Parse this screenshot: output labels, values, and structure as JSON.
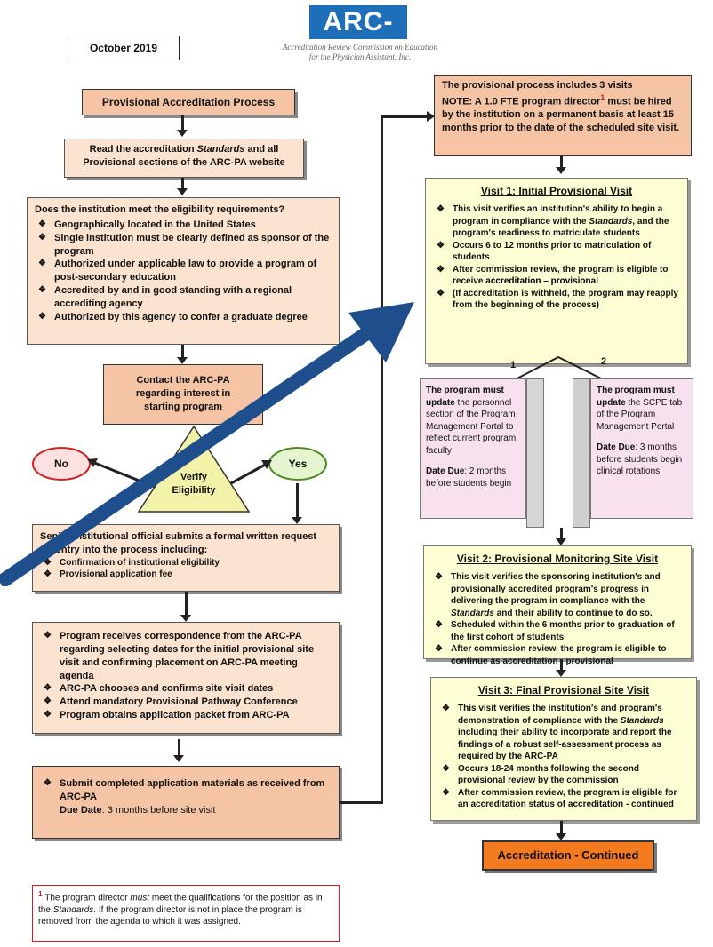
{
  "logo": {
    "text": "ARC-PA",
    "tagline1": "Accreditation Review Commission on Education",
    "tagline2": "for the Physician Assistant, Inc."
  },
  "date_label": "October 2019",
  "left": {
    "process_title": "Provisional Accreditation Process",
    "read_box": {
      "pre": "Read the accreditation ",
      "italic": "Standards",
      "post": " and all Provisional sections of the ARC-PA website"
    },
    "eligibility": {
      "question": "Does the institution meet the eligibility requirements?",
      "items": [
        "Geographically located in the United States",
        "Single institution must be clearly defined as sponsor of the program",
        "Authorized under applicable law to provide a program of post-secondary education",
        "Accredited by and in good standing with a regional accrediting agency",
        "Authorized by this agency to confer a graduate degree"
      ]
    },
    "contact": "Contact the ARC-PA regarding interest in starting program",
    "no": "No",
    "yes": "Yes",
    "verify1": "Verify",
    "verify2": "Eligibility",
    "senior": {
      "title": "Senior institutional official submits a formal written request for entry into the process including:",
      "items": [
        "Confirmation of institutional eligibility",
        "Provisional application fee"
      ]
    },
    "program_items": [
      "Program receives correspondence from the ARC-PA regarding selecting dates for the initial provisional site visit and confirming placement on ARC-PA meeting agenda",
      "ARC-PA chooses and confirms site visit dates",
      "Attend mandatory Provisional Pathway Conference",
      "Program obtains application packet from ARC-PA"
    ],
    "submit": {
      "item": "Submit completed application materials as received from ARC-PA",
      "due_label": "Due Date",
      "due_value": ": 3 months before site visit"
    },
    "footnote": {
      "sup": "1",
      "pre": " The program director ",
      "italic1": "must",
      "mid": " meet the qualifications for the position as in the ",
      "italic2": "Standards",
      "post": ". If the program director is not in place the program is removed from the agenda to which it was assigned."
    }
  },
  "right": {
    "top": {
      "line1": "The provisional process includes 3 visits",
      "line2_pre": "NOTE: A 1.0 FTE program director",
      "line2_sup": "1",
      "line2_post": " must be hired by the institution on a permanent basis at least 15 months prior to the date of the scheduled site visit."
    },
    "visit1": {
      "title": "Visit 1:  Initial Provisional Visit",
      "items": [
        {
          "pre": "This visit verifies an institution's ability to begin a program in compliance with the ",
          "italic": "Standards",
          "post": ", and the program's readiness to matriculate students"
        },
        {
          "pre": "Occurs 6 to 12 months prior to matriculation of students"
        },
        {
          "pre": "After commission review, the program is eligible to receive ",
          "bold": "accreditation – provisional"
        },
        {
          "pre": "(If accreditation is withheld, the program may reapply from the beginning of the process)"
        }
      ]
    },
    "num1": "1",
    "num2": "2",
    "update1": {
      "pre": "The program must ",
      "bold": "update",
      "post": " the personnel section of the Program Management Portal to reflect current program faculty",
      "due_label": "Date Due",
      "due_value": ":  2 months before students begin"
    },
    "update2": {
      "pre": "The program must ",
      "bold": "update",
      "post": " the SCPE tab of the Program Management Portal",
      "due_label": "Date Due",
      "due_value": ":  3 months before students begin clinical rotations"
    },
    "visit2": {
      "title": "Visit 2:  Provisional Monitoring Site Visit",
      "items": [
        {
          "pre": "This visit verifies the sponsoring institution's and provisionally accredited program's progress in delivering the program in compliance with the ",
          "italic": "Standards",
          "post": " and their ability to continue to do so."
        },
        {
          "pre": "Scheduled within the 6 months prior to graduation of the first cohort of students"
        },
        {
          "pre": "After commission review, the program is eligible to continue as ",
          "bold": "accreditation - provisional"
        }
      ]
    },
    "visit3": {
      "title": "Visit 3:  Final Provisional Site Visit",
      "items": [
        {
          "pre": "This visit verifies the institution's and program's demonstration of compliance with the ",
          "italic": "Standards",
          "post": " including their ability to incorporate and report the findings of a robust self-assessment process as required by the ARC-PA"
        },
        {
          "pre": "Occurs 18-24 months following the second provisional review by the commission"
        },
        {
          "pre": "After commission review, the program is eligible for an accreditation status of ",
          "bold": "accreditation - continued"
        }
      ]
    },
    "final": "Accreditation - Continued"
  },
  "colors": {
    "peach": "#fbe3cf",
    "salmon": "#f4c4a4",
    "yellow": "#fffdd4",
    "final_orange": "#f47a1f",
    "arrow_blue": "#1f4e8c",
    "logo_blue": "#1f6fb8"
  }
}
